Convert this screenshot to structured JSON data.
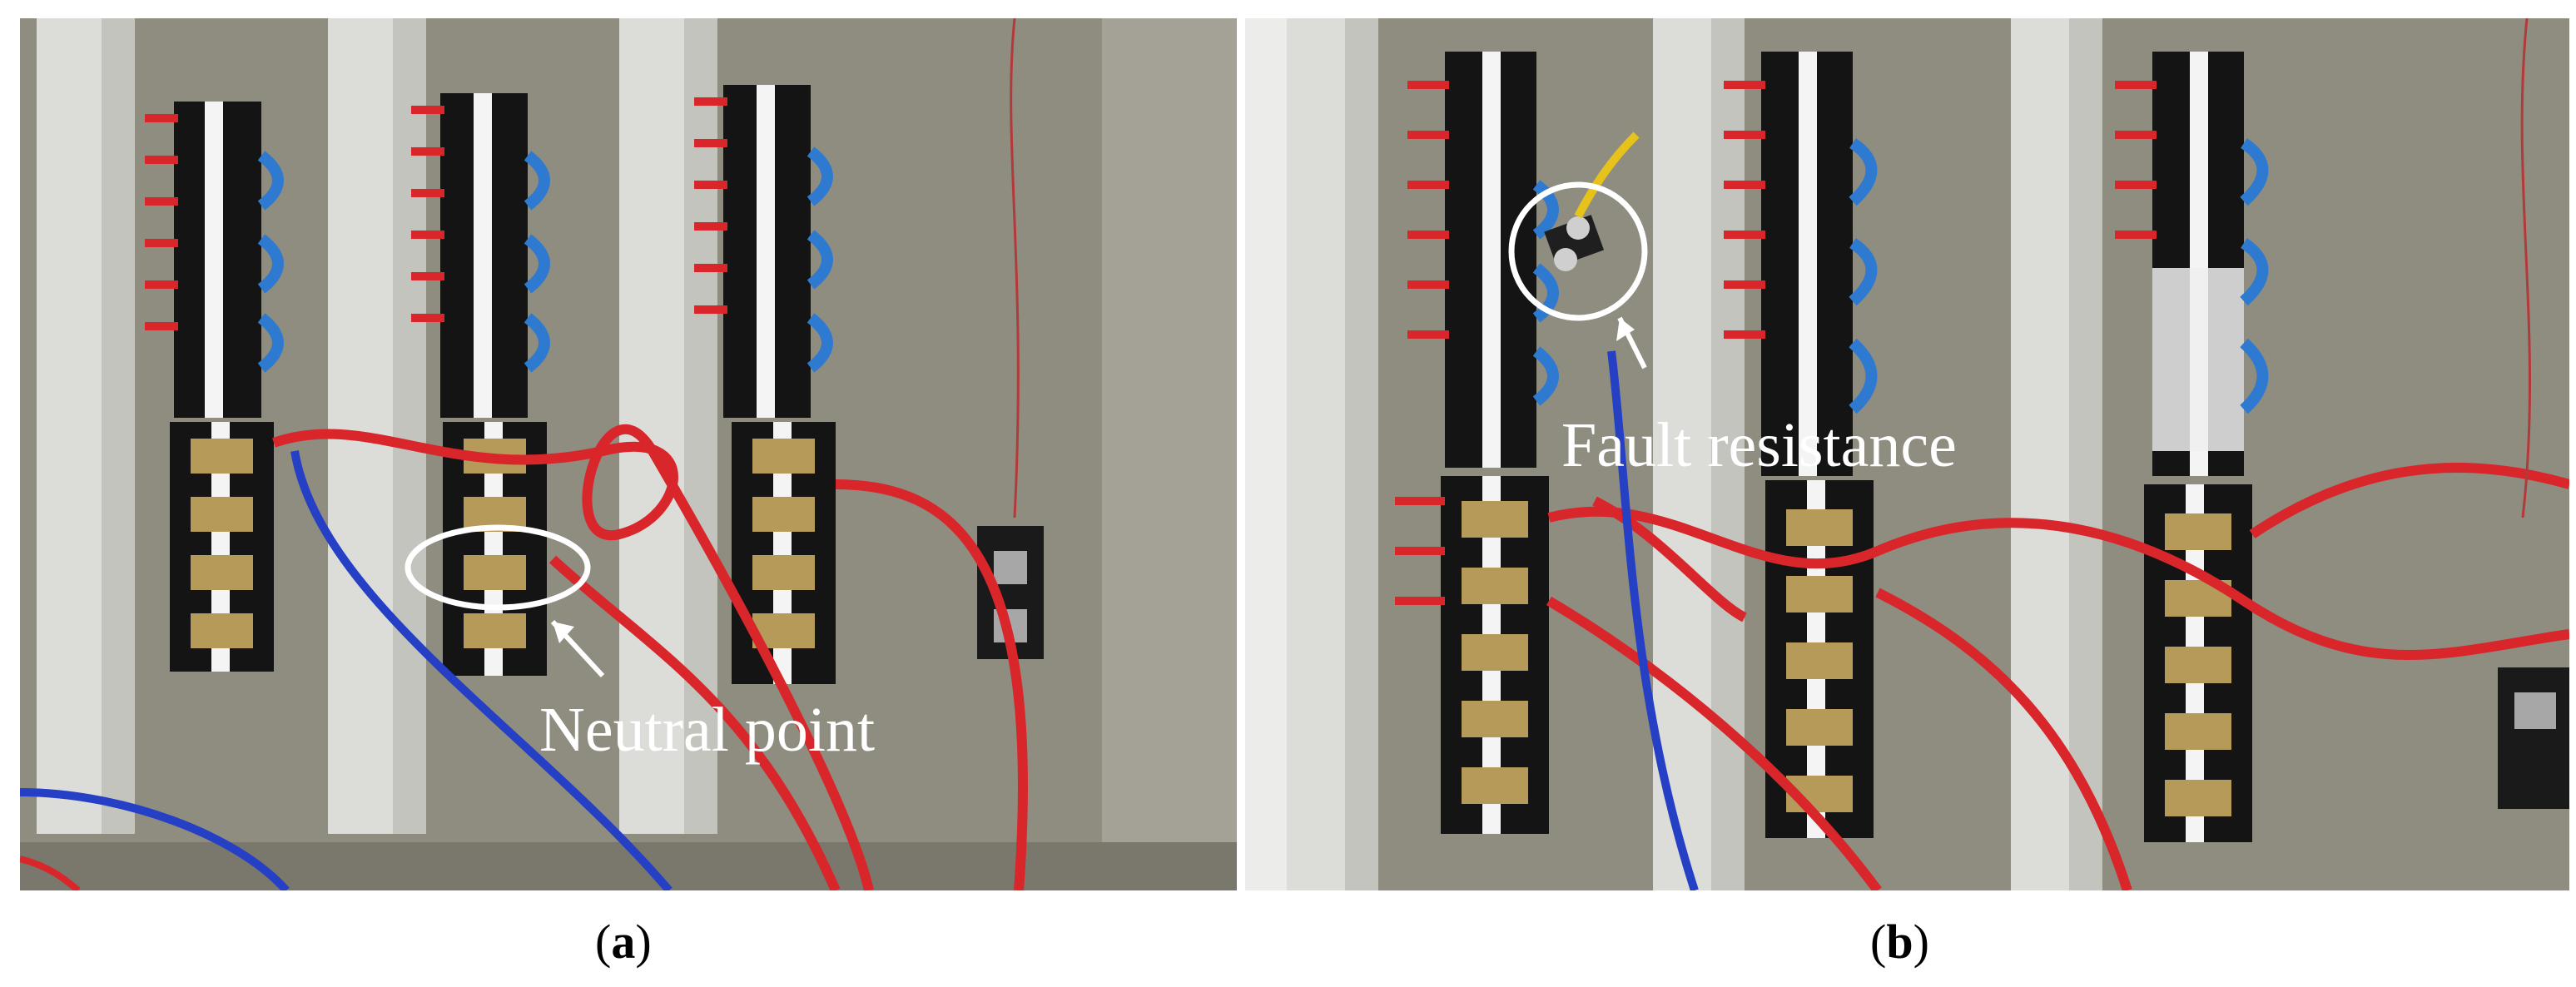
{
  "panels": [
    {
      "id": "a",
      "caption_letter": "a",
      "annotation": "Neutral point"
    },
    {
      "id": "b",
      "caption_letter": "b",
      "annotation": "Fault resistance"
    }
  ],
  "colors": {
    "cabinet_background": "#8f8c80",
    "duct": "#dcdcd8",
    "terminal_block": "#141414",
    "label_strip": "#f4f4f4",
    "red_wire": "#d8262b",
    "blue_wire": "#2540c4",
    "callout": "#ffffff"
  }
}
